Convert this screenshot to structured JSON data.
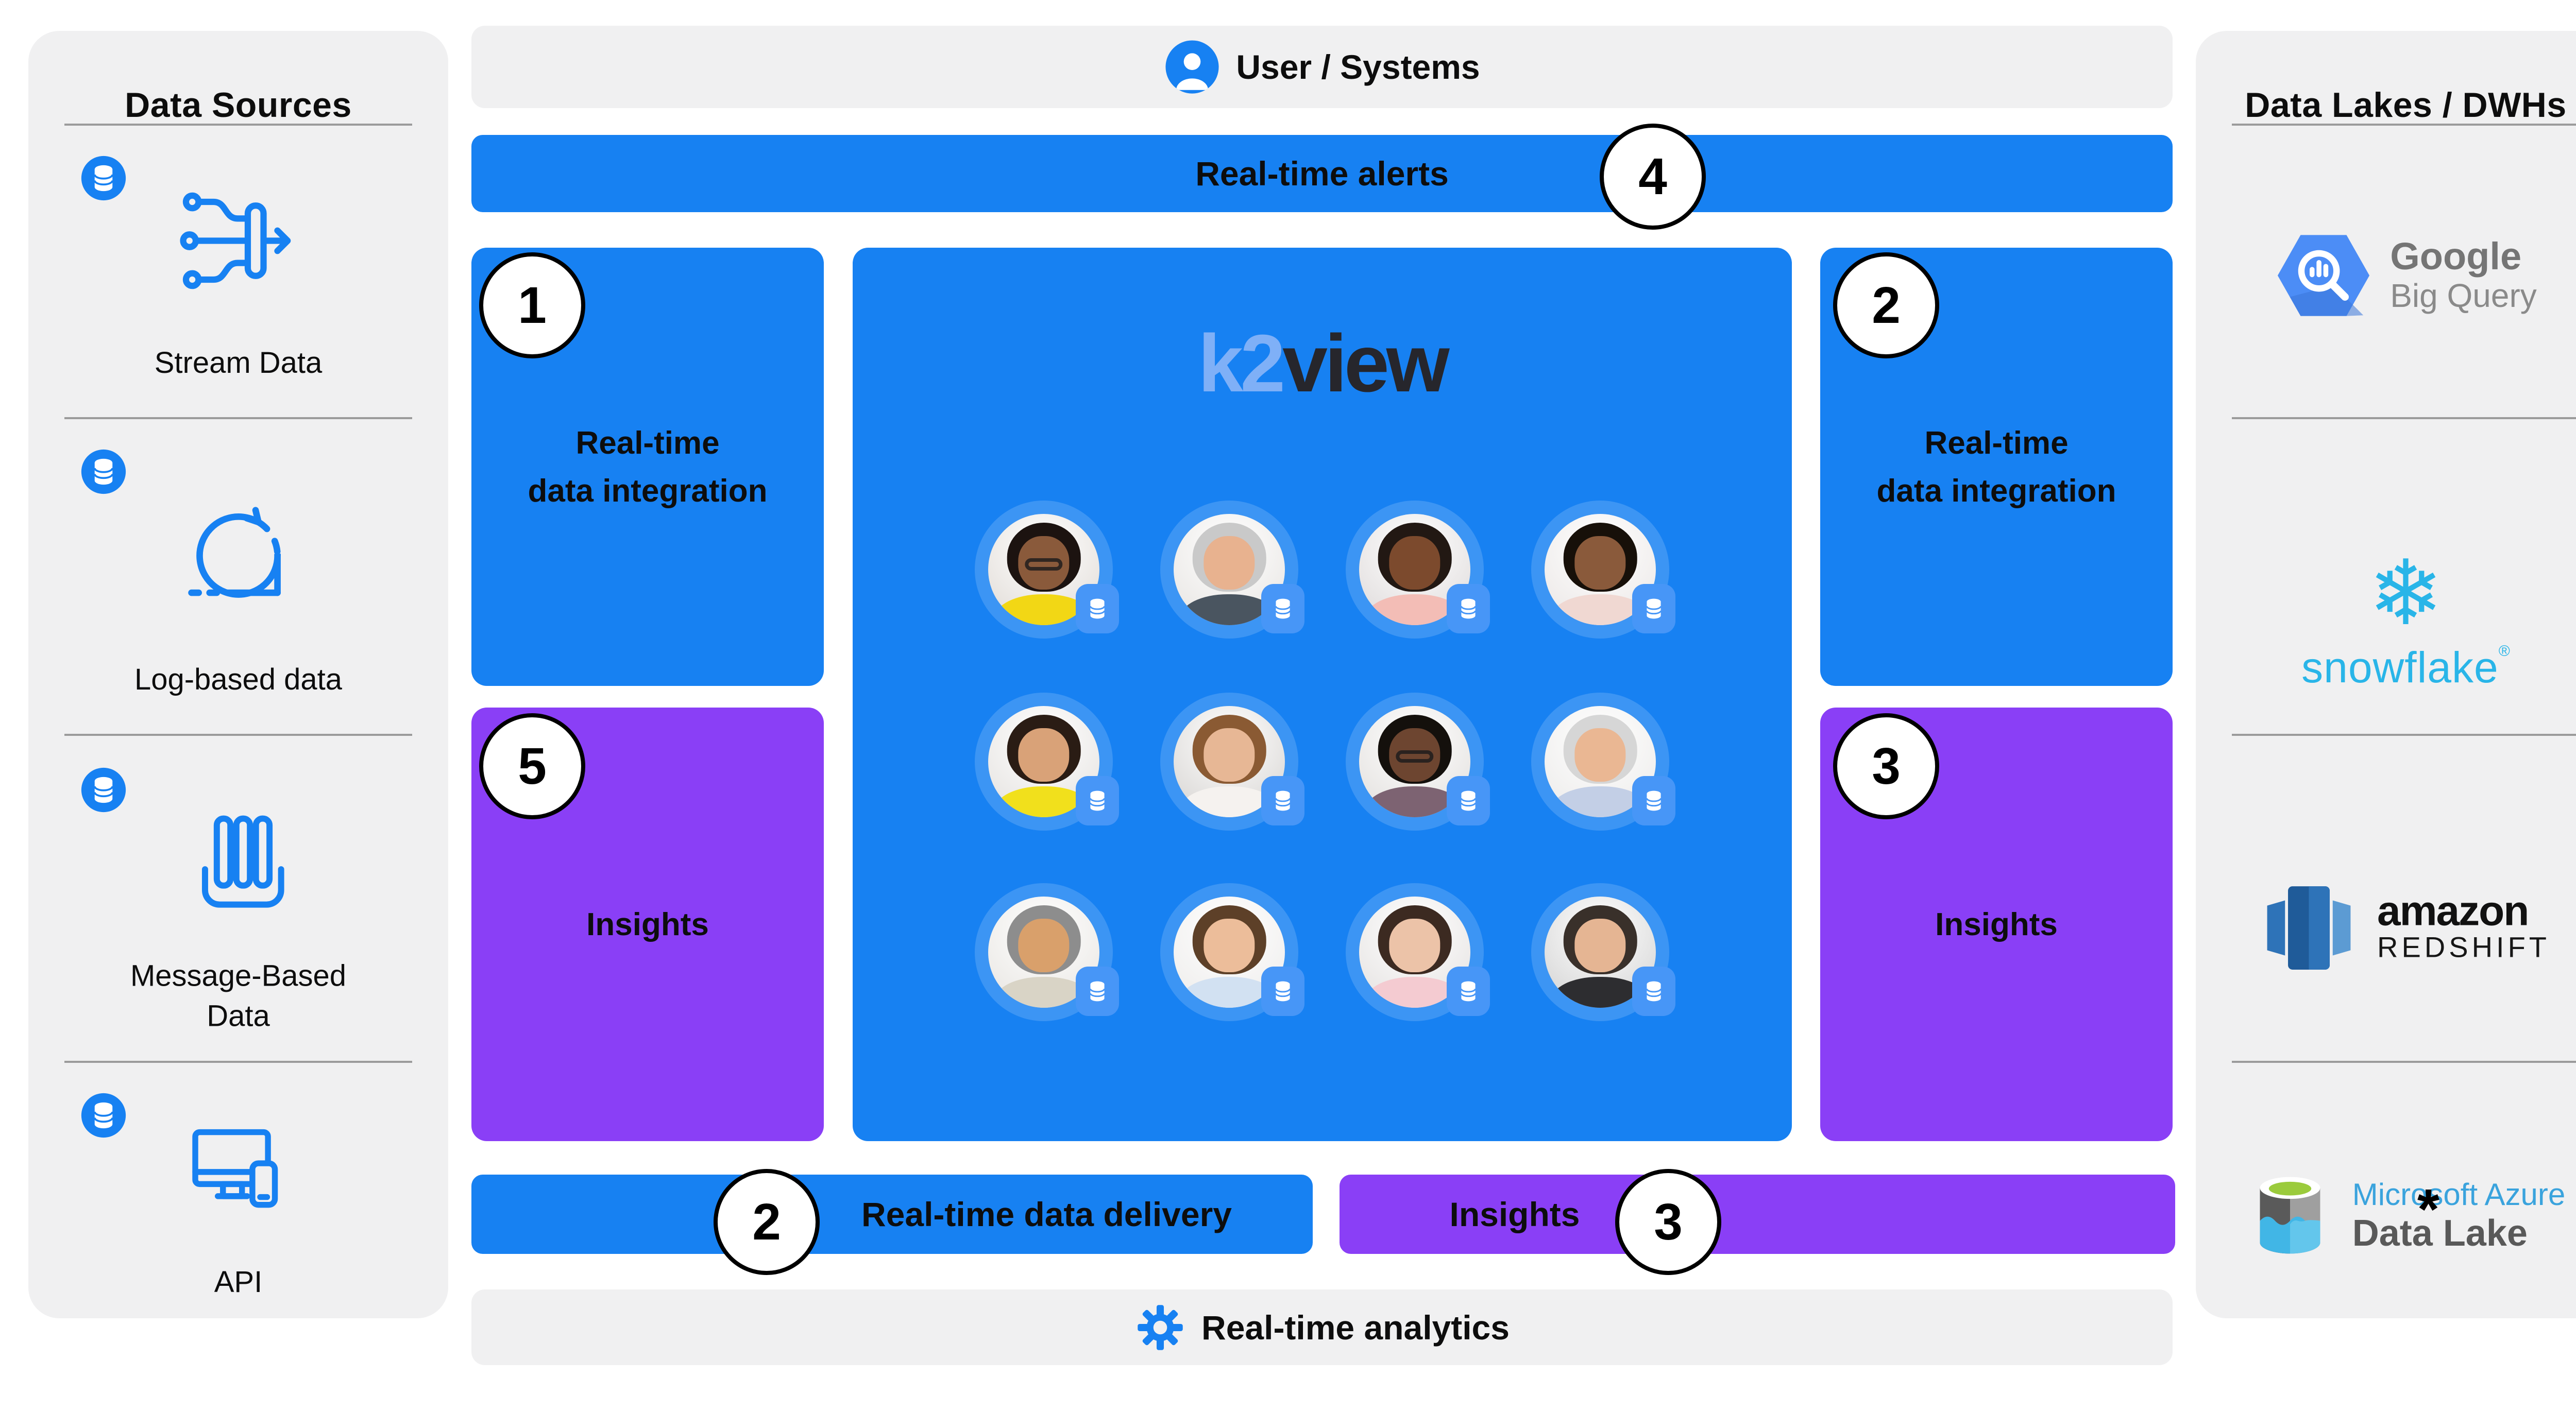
{
  "colors": {
    "blue": "#1781F2",
    "blue_light": "#4796F7",
    "purple": "#8A3FF6",
    "panel_gray": "#F0F0F1",
    "divider_gray": "#9b9b9b",
    "snowflake_cyan": "#29B5E8",
    "bigquery_blue": "#4C8DF6",
    "redshift_blue": "#2E73B8",
    "azure_blue": "#3aa3dd",
    "ink": "#0d0d0d"
  },
  "left_panel": {
    "title": "Data Sources",
    "items": [
      {
        "label": "Stream Data",
        "icon": "stream-icon"
      },
      {
        "label": "Log-based data",
        "icon": "log-refresh-icon"
      },
      {
        "label": "Message-Based\nData",
        "icon": "message-queue-icon"
      },
      {
        "label": "API",
        "icon": "api-devices-icon"
      }
    ]
  },
  "top_bar": {
    "label": "User / Systems",
    "icon": "user-icon"
  },
  "alerts_bar": {
    "label": "Real-time alerts",
    "number": "4"
  },
  "boxes": {
    "integration_left": {
      "label": "Real-time\ndata integration",
      "number": "1"
    },
    "integration_right": {
      "label": "Real-time\ndata integration",
      "number": "2"
    },
    "insights_left": {
      "label": "Insights",
      "number": "5"
    },
    "insights_right": {
      "label": "Insights",
      "number": "3"
    }
  },
  "center": {
    "logo_k2": "k2",
    "logo_view": "view",
    "avatars": [
      {
        "desc": "woman with glasses, yellow top",
        "bg": "#e7e3df",
        "skin": "#8a5a3b",
        "hair": "#1c1310",
        "shirt": "#f2d715",
        "glasses": true
      },
      {
        "desc": "older man, gray hair, dark tee",
        "bg": "#eceae8",
        "skin": "#e8b28f",
        "hair": "#c9c9c9",
        "shirt": "#4a5560",
        "glasses": false
      },
      {
        "desc": "woman with hair bun, pink top",
        "bg": "#e5e2e2",
        "skin": "#7c4a2d",
        "hair": "#221813",
        "shirt": "#f3bdb6",
        "glasses": false
      },
      {
        "desc": "woman, long dark hair",
        "bg": "#efeceb",
        "skin": "#8a5a3b",
        "hair": "#171009",
        "shirt": "#f0d8d2",
        "glasses": false
      },
      {
        "desc": "woman, curly dark hair, yellow top",
        "bg": "#eae8e6",
        "skin": "#d9a278",
        "hair": "#2a1c14",
        "shirt": "#f1e01c",
        "glasses": false
      },
      {
        "desc": "woman, brown hair",
        "bg": "#dfdddb",
        "skin": "#e7b795",
        "hair": "#8a5a33",
        "shirt": "#f5f2ef",
        "glasses": false
      },
      {
        "desc": "man with glasses, purple shirt",
        "bg": "#e8e6e4",
        "skin": "#6d4530",
        "hair": "#14100c",
        "shirt": "#7d6372",
        "glasses": true
      },
      {
        "desc": "older man, gray hair, blue sweater",
        "bg": "#f0efee",
        "skin": "#eab793",
        "hair": "#d6d6d6",
        "shirt": "#c3cfe6",
        "glasses": false
      },
      {
        "desc": "older man, gray hair, beige shirt",
        "bg": "#edebe8",
        "skin": "#d9a06b",
        "hair": "#8d8d8d",
        "shirt": "#d9d4c6",
        "glasses": false
      },
      {
        "desc": "young man, brown hair, light blue tee",
        "bg": "#f1f0ef",
        "skin": "#ecbd9a",
        "hair": "#5d4028",
        "shirt": "#d2e1f2",
        "glasses": false
      },
      {
        "desc": "woman, dark bob, pink top",
        "bg": "#eae8e7",
        "skin": "#ecc3a8",
        "hair": "#3c2a21",
        "shirt": "#f4cbd1",
        "glasses": false
      },
      {
        "desc": "man, short dark hair, black polo",
        "bg": "#dcdcdc",
        "skin": "#e5b593",
        "hair": "#39302a",
        "shirt": "#2d2d30",
        "glasses": false
      }
    ]
  },
  "delivery_bar": {
    "label": "Real-time data delivery",
    "number": "2"
  },
  "insights_bar": {
    "label": "Insights",
    "number": "3"
  },
  "analytics_bar": {
    "label": "Real-time analytics",
    "icon": "gear-icon"
  },
  "right_panel": {
    "title": "Data Lakes / DWHs",
    "items": [
      {
        "name": "google-bigquery",
        "line1": "Google",
        "line2": "Big Query"
      },
      {
        "name": "snowflake",
        "wordmark": "snowflake",
        "reg": "®"
      },
      {
        "name": "amazon-redshift",
        "line1": "amazon",
        "line2": "REDSHIFT"
      },
      {
        "name": "azure-data-lake",
        "line1": "Microsoft Azure",
        "line2": "Data Lake",
        "footnote": "*"
      }
    ]
  }
}
